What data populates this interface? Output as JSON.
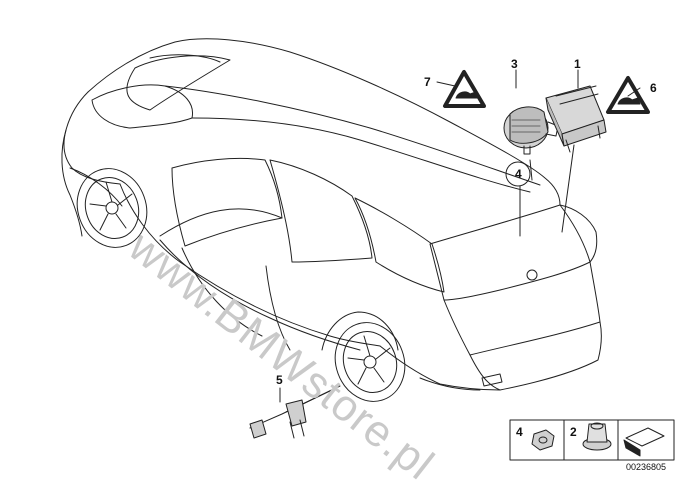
{
  "watermark_text": "www.BMWstore.pl",
  "callouts": {
    "c1": "1",
    "c3": "3",
    "c4": "4",
    "c5": "5",
    "c6": "6",
    "c7": "7"
  },
  "legend": {
    "item4": "4",
    "item2": "2"
  },
  "diagram_id": "00236805",
  "colors": {
    "line": "#222222",
    "part_fill": "#d4d4d4",
    "watermark": "#c9c9c9"
  }
}
